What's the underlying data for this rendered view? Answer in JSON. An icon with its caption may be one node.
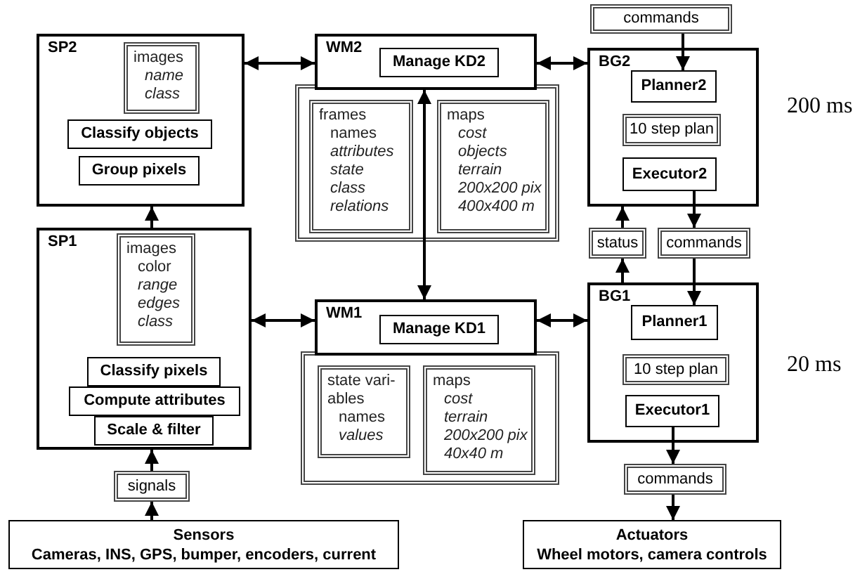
{
  "diagram": {
    "nodes": [
      {
        "text": [
          "SP2"
        ]
      },
      {
        "text": [
          "images",
          "*name*",
          "*class*"
        ],
        "in": 0
      },
      {
        "text": [
          "Classify objects"
        ],
        "in": 0
      },
      {
        "text": [
          "Group pixels"
        ],
        "in": 0
      },
      {
        "text": [
          "SP1"
        ]
      },
      {
        "text": [
          "images",
          "color",
          "*range*",
          "*edges*",
          "*class*"
        ],
        "in": 4
      },
      {
        "text": [
          "Classify pixels"
        ],
        "in": 4
      },
      {
        "text": [
          "Compute attributes"
        ],
        "in": 4
      },
      {
        "text": [
          "Scale & filter"
        ],
        "in": 4
      },
      {
        "text": [
          "signals"
        ]
      },
      {
        "text": [
          "Sensors",
          "Cameras, INS, GPS, bumper, encoders, current"
        ]
      },
      {
        "text": [
          "WM2"
        ]
      },
      {
        "text": [
          "Manage KD2"
        ],
        "in": 11
      },
      {
        "text": [],
        "shape": "box"
      },
      {
        "text": [
          "frames",
          "names",
          "*attributes*",
          "*state*",
          "*class*",
          "*relations*"
        ],
        "in": 13
      },
      {
        "text": [
          "maps",
          "*cost*",
          "*objects*",
          "*terrain*",
          "*200x200 pix*",
          "*400x400 m*"
        ],
        "in": 13
      },
      {
        "text": [
          "WM1"
        ]
      },
      {
        "text": [
          "Manage KD1"
        ],
        "in": 16
      },
      {
        "text": [],
        "shape": "box"
      },
      {
        "text": [
          "state vari- ables",
          "names",
          "*values*"
        ],
        "in": 18
      },
      {
        "text": [
          "maps",
          "*cost*",
          "*terrain*",
          "*200x200 pix*",
          "*40x40 m*"
        ],
        "in": 18
      },
      {
        "text": [
          "commands"
        ]
      },
      {
        "text": [
          "BG2"
        ]
      },
      {
        "text": [
          "Planner2"
        ],
        "in": 22
      },
      {
        "text": [
          "10 step plan"
        ],
        "in": 22
      },
      {
        "text": [
          "Executor2"
        ],
        "in": 22
      },
      {
        "text": [
          "status"
        ]
      },
      {
        "text": [
          "commands"
        ]
      },
      {
        "text": [
          "BG1"
        ]
      },
      {
        "text": [
          "Planner1"
        ],
        "in": 28
      },
      {
        "text": [
          "10 step plan"
        ],
        "in": 28
      },
      {
        "text": [
          "Executor1"
        ],
        "in": 28
      },
      {
        "text": [
          "commands"
        ]
      },
      {
        "text": [
          "Actuators",
          "Wheel motors, camera controls"
        ]
      }
    ],
    "edges": [
      {
        "from": 0,
        "to": 11,
        "arrow": "both"
      },
      {
        "from": 4,
        "to": 0,
        "arrow": "to"
      },
      {
        "from": 4,
        "to": 16,
        "arrow": "both"
      },
      {
        "from": 11,
        "to": 16,
        "arrow": "both"
      },
      {
        "from": 11,
        "to": 22,
        "arrow": "both"
      },
      {
        "from": 16,
        "to": 28,
        "arrow": "both"
      },
      {
        "from": 21,
        "to": 23,
        "arrow": "to"
      },
      {
        "from": 25,
        "to": 27,
        "arrow": "to"
      },
      {
        "from": 27,
        "to": 29,
        "arrow": "to"
      },
      {
        "from": 28,
        "to": 26,
        "arrow": "to"
      },
      {
        "from": 26,
        "to": 22,
        "arrow": "to"
      },
      {
        "from": 31,
        "to": 32,
        "arrow": "to"
      },
      {
        "from": 32,
        "to": 33,
        "arrow": "to"
      },
      {
        "from": 10,
        "to": 9,
        "arrow": "to"
      },
      {
        "from": 9,
        "to": 4,
        "arrow": "to"
      }
    ],
    "labels": [
      "200 ms",
      "20 ms"
    ]
  }
}
